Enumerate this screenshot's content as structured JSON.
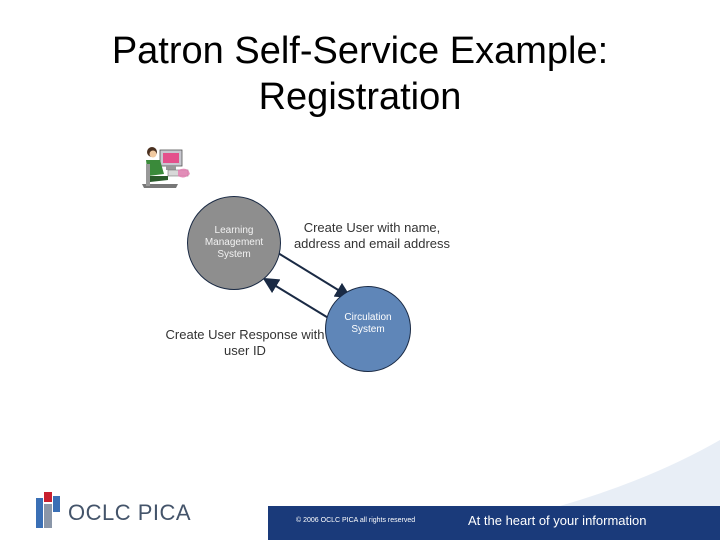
{
  "title": {
    "line1": "Patron Self-Service Example:",
    "line2": "Registration"
  },
  "diagram": {
    "lms": {
      "line1": "Learning",
      "line2": "Management",
      "line3": "System"
    },
    "circulation": {
      "line1": "Circulation",
      "line2": "System"
    },
    "request_label": {
      "line1": "Create User with name,",
      "line2": "address and email address"
    },
    "response_label": {
      "line1": "Create User Response with",
      "line2": "user ID"
    },
    "icon": "user-at-computer-icon"
  },
  "footer": {
    "logo_text": "OCLC PICA",
    "copyright": "© 2006 OCLC PICA all rights reserved",
    "tagline": "At the heart of your information",
    "colors": {
      "navy": "#1a3a7a",
      "brand_red": "#c8202f",
      "brand_blue": "#3a6fb5",
      "brand_gray": "#8a96a8"
    }
  }
}
